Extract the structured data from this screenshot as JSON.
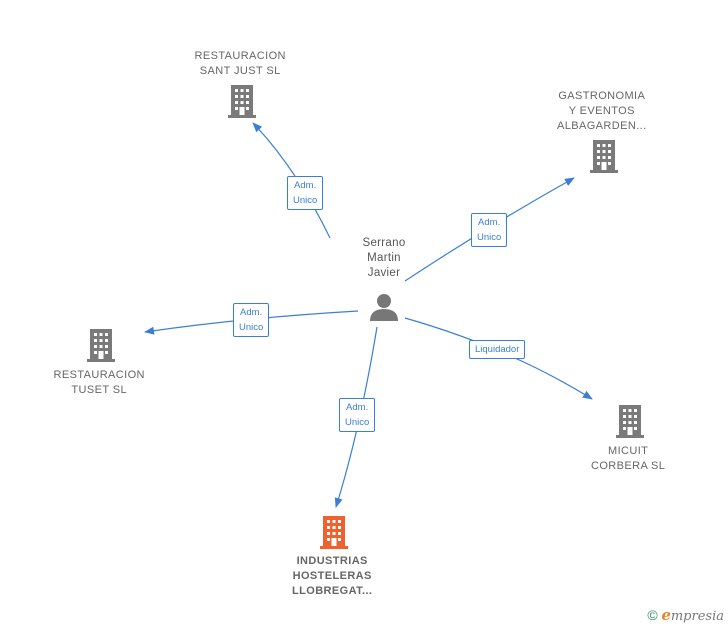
{
  "person": {
    "name_lines": [
      "Serrano",
      "Martin",
      "Javier"
    ],
    "icon": "person-icon"
  },
  "companies": [
    {
      "id": "restauracion-sant-just",
      "lines": [
        "RESTAURACION",
        "SANT JUST  SL"
      ],
      "icon": "building-icon",
      "color": "#7a7a7a"
    },
    {
      "id": "gastronomia-albagarden",
      "lines": [
        "GASTRONOMIA",
        "Y EVENTOS",
        "ALBAGARDEN..."
      ],
      "icon": "building-icon",
      "color": "#7a7a7a"
    },
    {
      "id": "restauracion-tuset",
      "lines": [
        "RESTAURACION",
        "TUSET  SL"
      ],
      "icon": "building-icon",
      "color": "#7a7a7a"
    },
    {
      "id": "micuit-corbera",
      "lines": [
        "MICUIT",
        "CORBERA SL"
      ],
      "icon": "building-icon",
      "color": "#7a7a7a"
    },
    {
      "id": "industrias-llobregat",
      "lines": [
        "INDUSTRIAS",
        "HOSTELERAS",
        "LLOBREGAT..."
      ],
      "icon": "building-icon",
      "color": "#f0622d",
      "highlight": true
    }
  ],
  "edges": [
    {
      "to": "restauracion-sant-just",
      "label_lines": [
        "Adm.",
        "Unico"
      ]
    },
    {
      "to": "gastronomia-albagarden",
      "label_lines": [
        "Adm.",
        "Unico"
      ]
    },
    {
      "to": "restauracion-tuset",
      "label_lines": [
        "Adm.",
        "Unico"
      ]
    },
    {
      "to": "micuit-corbera",
      "label_lines": [
        "Liquidador"
      ]
    },
    {
      "to": "industrias-llobregat",
      "label_lines": [
        "Adm.",
        "Unico"
      ]
    }
  ],
  "colors": {
    "edge": "#3a7fd5",
    "person": "#777777",
    "building": "#7a7a7a",
    "highlight": "#f0622d"
  },
  "watermark": {
    "symbol": "©",
    "brand_initial": "e",
    "brand_rest": "mpresia"
  }
}
